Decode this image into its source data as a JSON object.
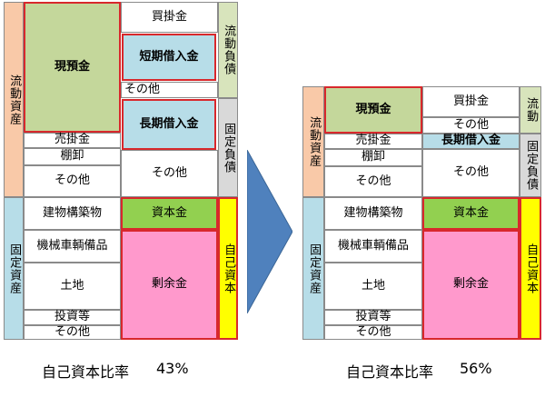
{
  "colors": {
    "current_assets": "#f9c9a8",
    "fixed_assets": "#b7dde8",
    "current_liabilities": "#d8e4bc",
    "fixed_liabilities": "#d9d9d9",
    "equity": "#ffff00",
    "cash": "#c4d79b",
    "borrowing": "#b7dde8",
    "capital": "#92d050",
    "retained": "#ff99cc",
    "arrow": "#4f81bd"
  },
  "before": {
    "side_current_assets": "流動資産",
    "side_fixed_assets": "固定資産",
    "side_current_liabilities": "流動負債",
    "side_fixed_liabilities": "固定負債",
    "side_equity": "自己資本",
    "cash": "現預金",
    "receivables": "売掛金",
    "inventory": "棚卸",
    "other_current_assets": "その他",
    "buildings": "建物構築物",
    "machinery": "機械車輌備品",
    "land": "土地",
    "investments": "投資等",
    "other_fixed_assets": "その他",
    "payables": "買掛金",
    "short_term_loans": "短期借入金",
    "other_current_liabilities": "その他",
    "long_term_loans": "長期借入金",
    "other_fixed_liabilities": "その他",
    "capital": "資本金",
    "retained_earnings": "剰余金",
    "ratio_label": "自己資本比率",
    "ratio_value": "43%"
  },
  "after": {
    "side_current_assets": "流動資産",
    "side_fixed_assets": "固定資産",
    "side_current_liabilities": "流動",
    "side_fixed_liabilities": "固定負債",
    "side_equity": "自己資本",
    "cash": "現預金",
    "receivables": "売掛金",
    "inventory": "棚卸",
    "other_current_assets": "その他",
    "buildings": "建物構築物",
    "machinery": "機械車輌備品",
    "land": "土地",
    "investments": "投資等",
    "other_fixed_assets": "その他",
    "payables": "買掛金",
    "other_current_liabilities": "その他",
    "long_term_loans": "長期借入金",
    "other_fixed_liabilities": "その他",
    "capital": "資本金",
    "retained_earnings": "剰余金",
    "ratio_label": "自己資本比率",
    "ratio_value": "56%"
  }
}
